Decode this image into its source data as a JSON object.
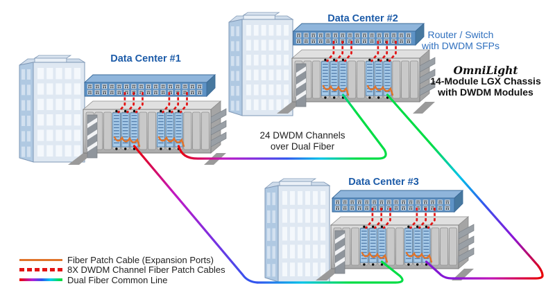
{
  "labels": {
    "dc1": "Data Center #1",
    "dc2": "Data Center #2",
    "dc3": "Data Center #3",
    "router_line1": "Router / Switch",
    "router_line2": "with DWDM SFPs",
    "product_name": "OmniLight",
    "chassis_line1": "14-Module LGX Chassis",
    "chassis_line2": "with DWDM Modules",
    "channels_line1": "24 DWDM Channels",
    "channels_line2": "over Dual Fiber"
  },
  "legend": {
    "items": [
      {
        "label": "Fiber Patch Cable (Expansion Ports)",
        "swatch": "solid-orange",
        "color": "#E0732A"
      },
      {
        "label": "8X DWDM Channel Fiber Patch Cables",
        "swatch": "dashed-red",
        "color": "#E21313"
      },
      {
        "label": "Dual Fiber Common Line",
        "swatch": "rainbow-gradient",
        "colors": [
          "#EE0000",
          "#B21FD6",
          "#2F55EE",
          "#00CCEE",
          "#00DD44"
        ]
      }
    ]
  },
  "colors": {
    "dc_label_blue": "#1C5BA8",
    "router_label_blue": "#2E6FBE",
    "text_black": "#1E1E1E",
    "patch_cable_orange": "#E0732A",
    "channel_cable_red": "#E21313",
    "switch_blue": "#5E93C6",
    "chassis_gray": "#C4C4C4",
    "module_blue": "#A9CCEA"
  }
}
